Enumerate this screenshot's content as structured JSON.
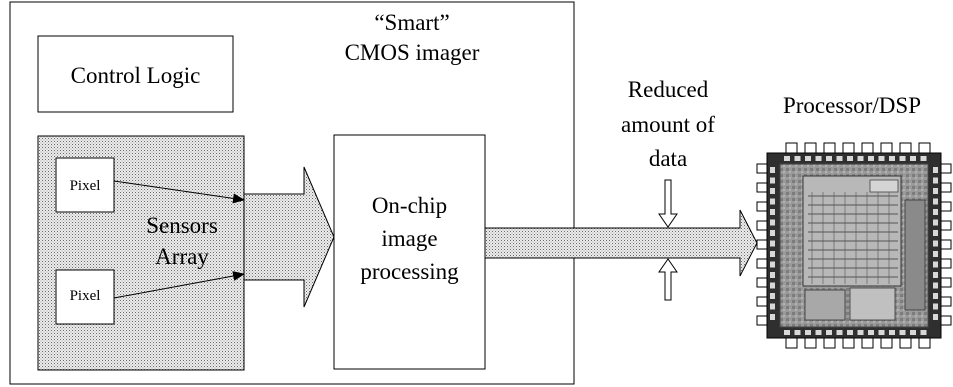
{
  "imager": {
    "title_line1": "“Smart”",
    "title_line2": "CMOS imager"
  },
  "control_logic": {
    "label": "Control Logic"
  },
  "sensors_array": {
    "label_line1": "Sensors",
    "label_line2": "Array",
    "pixel_top": "Pixel",
    "pixel_bottom": "Pixel"
  },
  "processing_block": {
    "label_line1": "On-chip",
    "label_line2": "image",
    "label_line3": "processing"
  },
  "data_flow": {
    "label_line1": "Reduced",
    "label_line2": "amount of",
    "label_line3": "data"
  },
  "processor": {
    "label": "Processor/DSP"
  }
}
